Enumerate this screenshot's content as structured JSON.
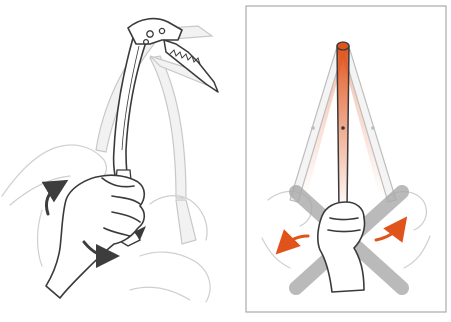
{
  "panels": [
    {
      "name": "left-panel",
      "depicts": "hand-rotating-ice-axe"
    },
    {
      "name": "right-panel",
      "depicts": "incorrect-side-to-side-lever-motion"
    }
  ],
  "colors": {
    "line": "#3a3a3a",
    "ghost_line": "#bdbdbd",
    "ghost_fill": "#f4f4f4",
    "arrow": "#3d3d3d",
    "accent": "#e0541c",
    "cross": "#a9a9a9",
    "frame": "#9a9a9a"
  },
  "icons": [
    "ice-axe-icon",
    "hand-icon",
    "rotation-arrow-icon",
    "swing-arrow-icon",
    "cross-mark-icon"
  ]
}
